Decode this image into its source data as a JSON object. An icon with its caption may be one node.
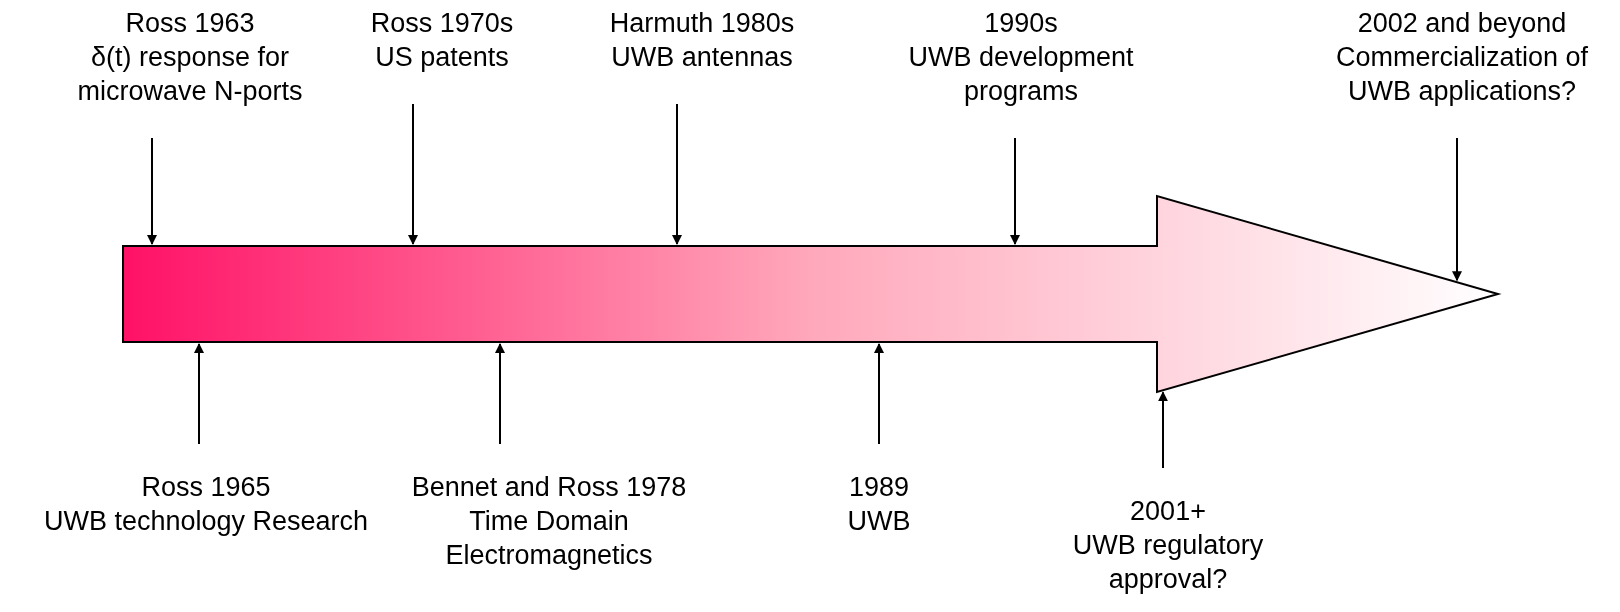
{
  "diagram": {
    "nodes": [
      {
        "text": [
          "Ross 1963",
          "δ(t) response for microwave N-ports"
        ]
      },
      {
        "text": [
          "Ross 1970s",
          "US patents"
        ]
      },
      {
        "text": [
          "Harmuth 1980s",
          "UWB antennas"
        ]
      },
      {
        "text": [
          "1990s",
          "UWB development programs"
        ]
      },
      {
        "text": [
          "2002 and beyond",
          "Commercialization of UWB applications?"
        ]
      },
      {
        "text": [],
        "shape": "arrow"
      },
      {
        "text": [
          "Ross 1965",
          "UWB technology Research"
        ]
      },
      {
        "text": [
          "Bennet and Ross 1978",
          "Time Domain Electromagnetics"
        ]
      },
      {
        "text": [
          "1989",
          "UWB"
        ]
      },
      {
        "text": [
          "2001+",
          "UWB regulatory approval?"
        ]
      }
    ],
    "edges": [
      {
        "from": 0,
        "to": 5,
        "arrow": "to"
      },
      {
        "from": 1,
        "to": 5,
        "arrow": "to"
      },
      {
        "from": 2,
        "to": 5,
        "arrow": "to"
      },
      {
        "from": 3,
        "to": 5,
        "arrow": "to"
      },
      {
        "from": 4,
        "to": 5,
        "arrow": "to"
      },
      {
        "from": 6,
        "to": 5,
        "arrow": "to"
      },
      {
        "from": 7,
        "to": 5,
        "arrow": "to"
      },
      {
        "from": 8,
        "to": 5,
        "arrow": "to"
      },
      {
        "from": 9,
        "to": 5,
        "arrow": "to"
      }
    ]
  }
}
